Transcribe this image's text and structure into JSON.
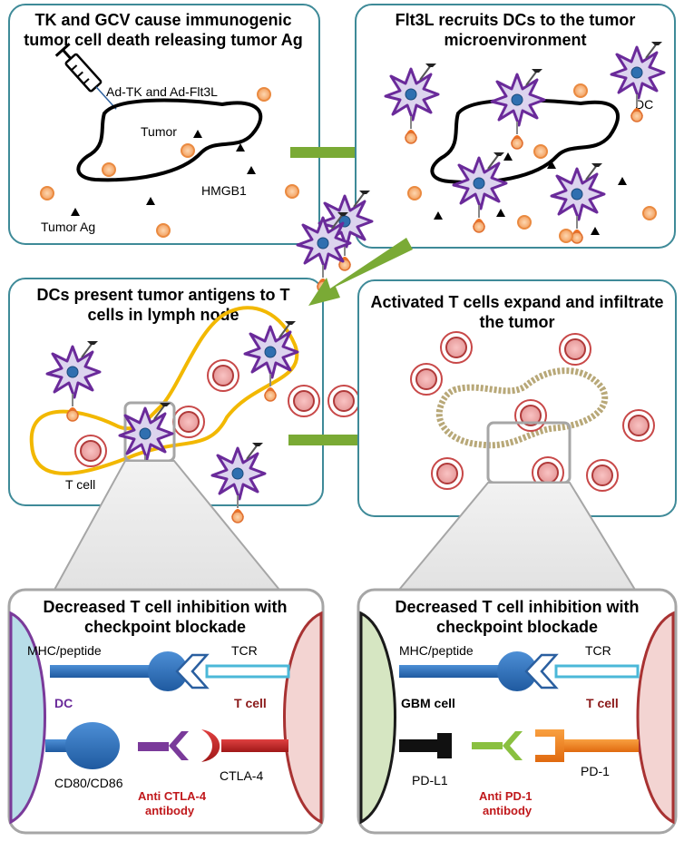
{
  "panels": {
    "p1": {
      "title_line1": "TK and GCV cause immunogenic",
      "title_line2": "tumor cell death releasing tumor Ag",
      "label_vectors": "Ad-TK and Ad-Flt3L",
      "label_tumor": "Tumor",
      "label_hmgb1": "HMGB1",
      "label_tumor_ag": "Tumor Ag"
    },
    "p2": {
      "title_line1": "Flt3L recruits DCs to the tumor",
      "title_line2": "microenvironment",
      "label_dc": "DC"
    },
    "p3": {
      "title_line1": "DCs present tumor antigens to T",
      "title_line2": "cells in lymph node",
      "label_tcell": "T cell"
    },
    "p4": {
      "title_line1": "Activated T cells expand and infiltrate",
      "title_line2": "the tumor"
    },
    "p5": {
      "title_line1": "Decreased T cell inhibition with",
      "title_line2": "checkpoint blockade",
      "label_mhc": "MHC/peptide",
      "label_tcr": "TCR",
      "label_left_cell": "DC",
      "label_right_cell": "T cell",
      "label_ligand": "CD80/CD86",
      "label_receptor": "CTLA-4",
      "label_antibody_line1": "Anti CTLA-4",
      "label_antibody_line2": "antibody"
    },
    "p6": {
      "title_line1": "Decreased T cell inhibition with",
      "title_line2": "checkpoint blockade",
      "label_mhc": "MHC/peptide",
      "label_tcr": "TCR",
      "label_left_cell": "GBM cell",
      "label_right_cell": "T cell",
      "label_ligand": "PD-L1",
      "label_receptor": "PD-1",
      "label_antibody_line1": "Anti PD-1",
      "label_antibody_line2": "antibody"
    }
  },
  "colors": {
    "panel_border": "#3e8a98",
    "zoom_border": "#a6a6a6",
    "arrow": "#7aaa35",
    "tumor_ag": "#f4a460",
    "dc": "#6a2a9a",
    "t_cell": "#c05050",
    "lymph_node": "#f2b800",
    "mhc": "#2f6fbf",
    "tcr": "#4bb8d8",
    "dc_cell": "#b8dde8",
    "t_cell_membrane": "#f3d4d2",
    "gbm_cell": "#d6e6c2",
    "ctla4": "#c0282b",
    "anti_ctla4": "#7a3a9a",
    "pd1": "#f08020",
    "anti_pd1": "#8ac040"
  },
  "icons": [
    "syringe-icon",
    "dendritic-cell-icon",
    "t-cell-icon",
    "hmgb1-triangle-icon",
    "tumor-antigen-icon",
    "arrow-icon"
  ]
}
